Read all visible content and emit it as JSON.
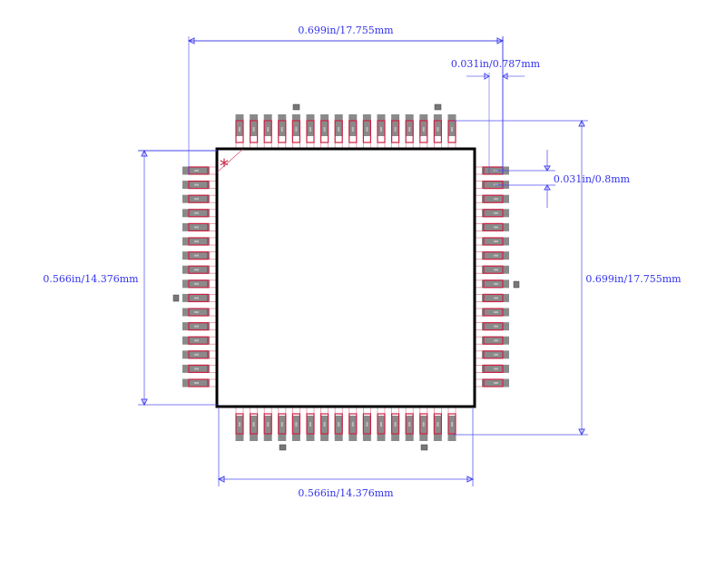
{
  "diagram": {
    "type": "ic-footprint",
    "pins_per_side": 16,
    "colors": {
      "pad": "#8a8a8a",
      "pad_outline": "#cc2244",
      "body": "#000000",
      "dimension": "#3333ee",
      "pin1_marker": "#cc2244"
    },
    "dimensions": {
      "top_width": "0.699in/17.755mm",
      "pad_width": "0.031in/0.787mm",
      "pitch": "0.031in/0.8mm",
      "right_height": "0.699in/17.755mm",
      "left_height": "0.566in/14.376mm",
      "bottom_width": "0.566in/14.376mm"
    },
    "pin1_marker": "*"
  }
}
